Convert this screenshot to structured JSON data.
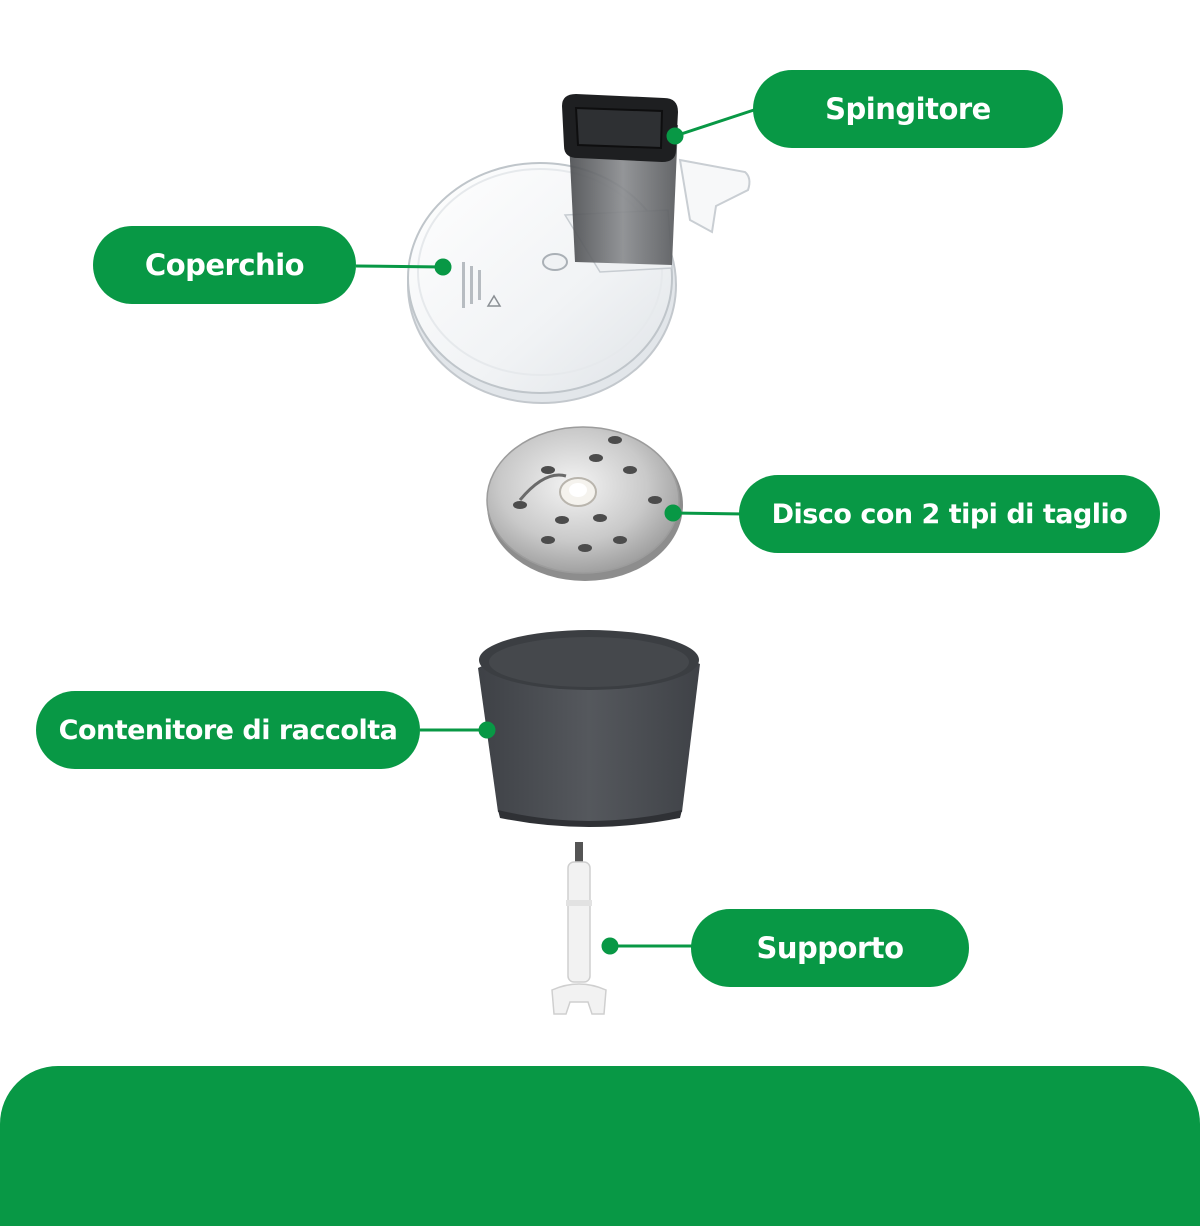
{
  "labels": {
    "pusher": "Spingitore",
    "lid": "Coperchio",
    "disc": "Disco con 2 tipi di taglio",
    "container": "Contenitore di raccolta",
    "support": "Supporto"
  },
  "colors": {
    "brand_green": "#089845",
    "background": "#ffffff",
    "container_dark": "#4a4d52"
  }
}
